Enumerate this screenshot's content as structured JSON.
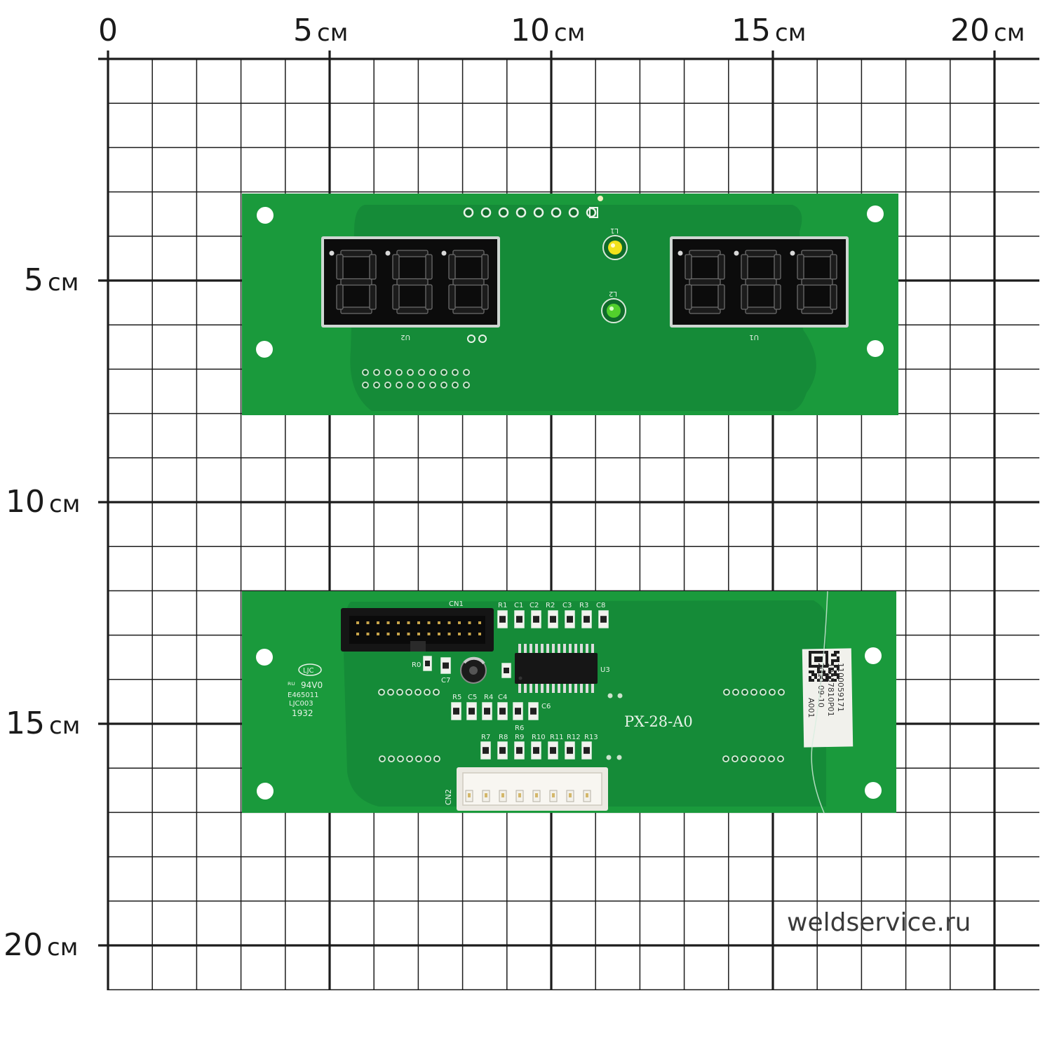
{
  "ruler": {
    "top": [
      {
        "num": "0",
        "unit": ""
      },
      {
        "num": "5",
        "unit": "см"
      },
      {
        "num": "10",
        "unit": "см"
      },
      {
        "num": "15",
        "unit": "см"
      },
      {
        "num": "20",
        "unit": "см"
      }
    ],
    "left": [
      {
        "num": "5",
        "unit": "см"
      },
      {
        "num": "10",
        "unit": "см"
      },
      {
        "num": "15",
        "unit": "см"
      },
      {
        "num": "20",
        "unit": "см"
      }
    ]
  },
  "board_front": {
    "led_labels": [
      "L1",
      "L2"
    ],
    "display_labels": [
      "U2",
      "U1"
    ]
  },
  "board_back": {
    "model": "PX-28-A0",
    "connectors": [
      "CN1",
      "CN2"
    ],
    "ic_label": "U3",
    "top_row_labels": [
      "R1",
      "C1",
      "C2",
      "R2",
      "C3",
      "R3",
      "C8"
    ],
    "mid_labels": [
      "R5",
      "C5",
      "R4",
      "C4",
      "C6",
      "R6",
      "R0",
      "C7"
    ],
    "bottom_row_labels": [
      "R7",
      "R8",
      "R9",
      "R10",
      "R11",
      "R12",
      "R13"
    ],
    "cert_logo": "LJC",
    "cert_lines": [
      "94V0",
      "E465011",
      "LJC003",
      "1932"
    ],
    "sticker_lines": [
      "1100059171",
      "10057810P01",
      "2019-09-10",
      "A001"
    ]
  },
  "watermark": "weldservice.ru",
  "colors": {
    "pcb": "#1a9a3c",
    "pcb_coating": "#15853a",
    "grid": "#1c1c1c",
    "led_yellow": "#f2e21c",
    "led_green": "#52cf2c"
  }
}
